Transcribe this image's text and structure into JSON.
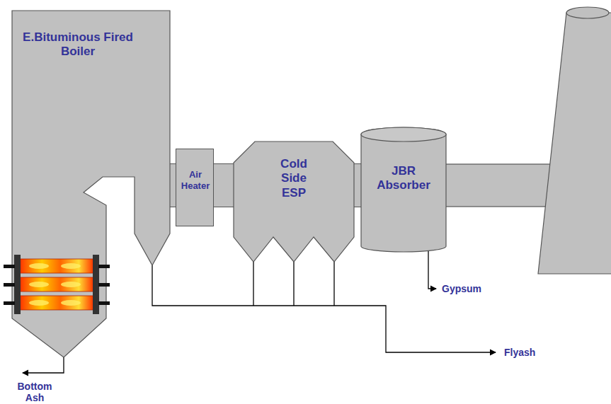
{
  "diagram": {
    "nodes": [
      {
        "text": [
          "E.Bituminous Fired Boiler"
        ]
      },
      {
        "text": [
          "Air Heater"
        ]
      },
      {
        "text": [
          "Cold Side ESP"
        ]
      },
      {
        "text": [
          "JBR Absorber"
        ]
      }
    ],
    "edges": [
      {
        "from": 0,
        "to": 1,
        "arrow": "none"
      },
      {
        "from": 1,
        "to": 2,
        "arrow": "none"
      },
      {
        "from": 2,
        "to": 3,
        "arrow": "none"
      }
    ],
    "labels": [
      "Gypsum",
      "Flyash",
      "Bottom Ash"
    ]
  }
}
